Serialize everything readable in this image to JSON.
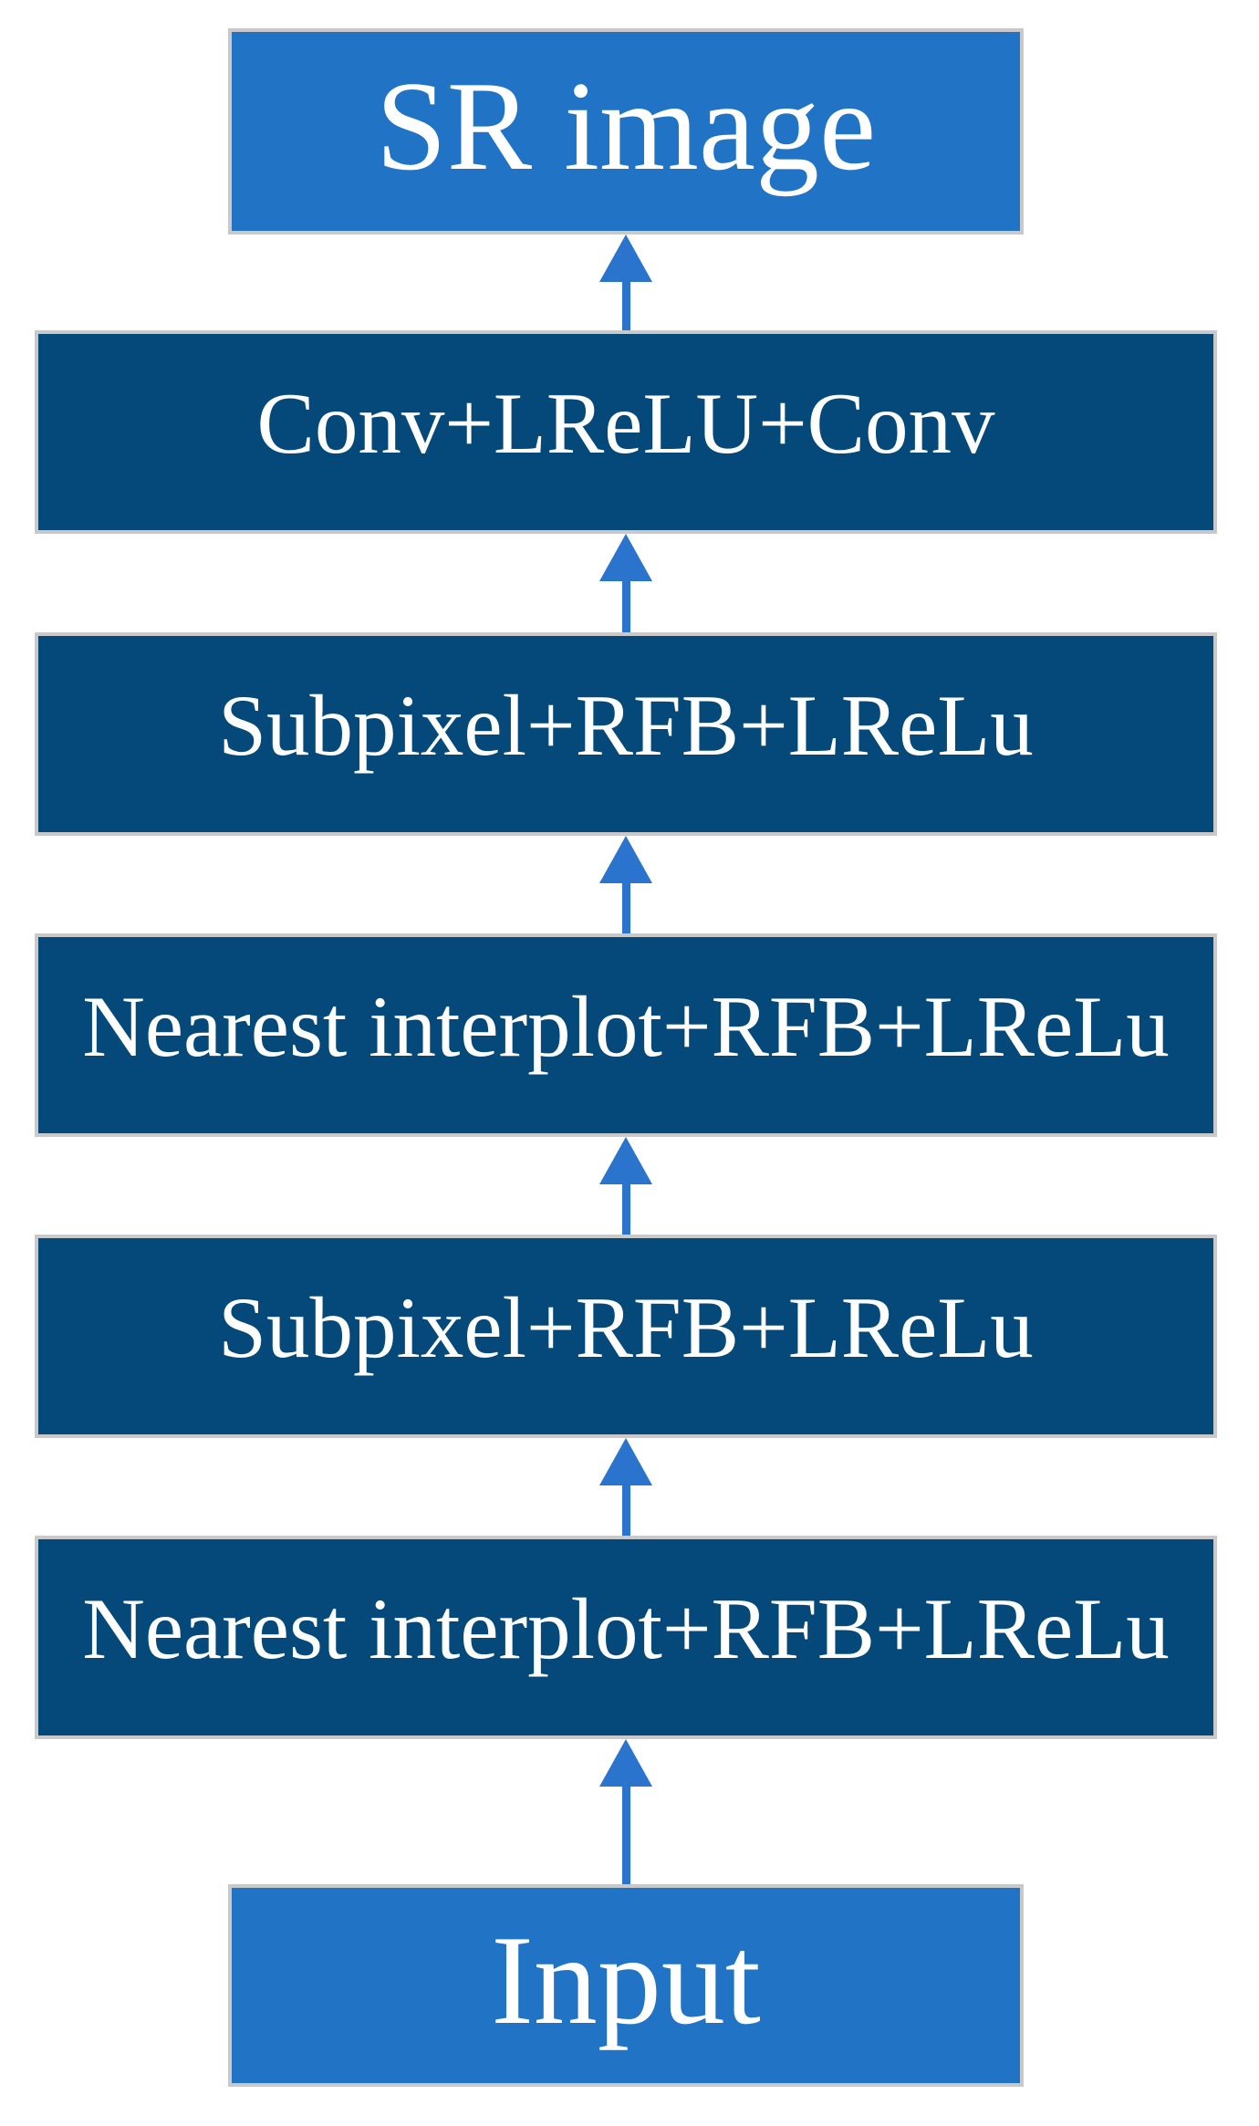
{
  "diagram": {
    "description": "Bottom-to-top flowchart of a super-resolution network: input is upsampled through nearest-interpolation and subpixel RFB blocks to produce the SR image",
    "flow_direction": "bottom-to-top",
    "nodes": [
      {
        "id": "sr-image",
        "label": "SR image",
        "kind": "io"
      },
      {
        "id": "conv-lrelu-conv",
        "label": "Conv+LReLU+Conv",
        "kind": "layer"
      },
      {
        "id": "subpixel-rfb-lrelu-upper",
        "label": "Subpixel+RFB+LReLu",
        "kind": "layer"
      },
      {
        "id": "nearest-interplot-rfb-lrelu-upper",
        "label": "Nearest interplot+RFB+LReLu",
        "kind": "layer"
      },
      {
        "id": "subpixel-rfb-lrelu-lower",
        "label": "Subpixel+RFB+LReLu",
        "kind": "layer"
      },
      {
        "id": "nearest-interplot-rfb-lrelu-lower",
        "label": "Nearest interplot+RFB+LReLu",
        "kind": "layer"
      },
      {
        "id": "input",
        "label": "Input",
        "kind": "io"
      }
    ],
    "edges": [
      {
        "from": "input",
        "to": "nearest-interplot-rfb-lrelu-lower",
        "direction": "up"
      },
      {
        "from": "nearest-interplot-rfb-lrelu-lower",
        "to": "subpixel-rfb-lrelu-lower",
        "direction": "up"
      },
      {
        "from": "subpixel-rfb-lrelu-lower",
        "to": "nearest-interplot-rfb-lrelu-upper",
        "direction": "up"
      },
      {
        "from": "nearest-interplot-rfb-lrelu-upper",
        "to": "subpixel-rfb-lrelu-upper",
        "direction": "up"
      },
      {
        "from": "subpixel-rfb-lrelu-upper",
        "to": "conv-lrelu-conv",
        "direction": "up"
      },
      {
        "from": "conv-lrelu-conv",
        "to": "sr-image",
        "direction": "up"
      }
    ],
    "colors": {
      "io_fill": "#2173c6",
      "layer_fill": "#05497a",
      "border": "#c9c9c9",
      "arrow": "#2b74cd",
      "text": "#ffffff",
      "background": "#ffffff"
    }
  }
}
